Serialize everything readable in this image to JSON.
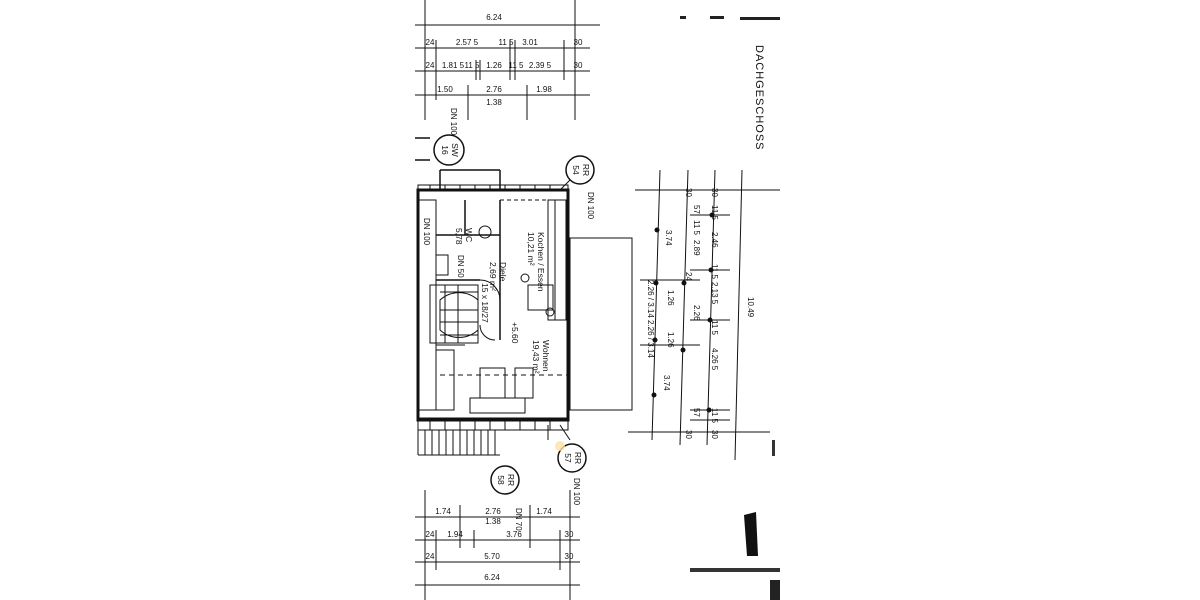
{
  "title": "DACHGESCHOSS",
  "rooms": [
    {
      "name": "Kochen / Essen",
      "area": "10,21 m²"
    },
    {
      "name": "Diele",
      "area": "2,69 m²"
    },
    {
      "name": "Wohnen",
      "area": "19,43 m²"
    },
    {
      "name": "WC",
      "area": "5,78"
    }
  ],
  "stair_label": "15 x 18/27",
  "level_mark": "+5.60",
  "pipe_labels": [
    "DN 100",
    "DN 100",
    "DN 100",
    "DN 100",
    "DN 50",
    "DN 70"
  ],
  "bubbles": [
    {
      "top": "SW",
      "bottom": "16"
    },
    {
      "top": "RR",
      "bottom": "54"
    },
    {
      "top": "RR",
      "bottom": "57"
    },
    {
      "top": "RR",
      "bottom": "58"
    }
  ],
  "dims_top": {
    "overall": "6.24",
    "row1": [
      "24",
      "2.57 5",
      "11 5",
      "3.01",
      "30"
    ],
    "row2": [
      "24",
      "1.81 5",
      "11 5",
      "1.26",
      "11 5",
      "2.39 5",
      "30"
    ],
    "row3": [
      "1.50",
      "2.76",
      "1.98"
    ],
    "row3_sub": "1.38"
  },
  "dims_bottom": {
    "row1": [
      "1.74",
      "2.76",
      "1.74"
    ],
    "row1_sub": "1.38",
    "row2": [
      "24",
      "1.94",
      "3.76",
      "30"
    ],
    "row3": [
      "24",
      "5.70",
      "30"
    ],
    "overall": "6.24"
  },
  "dims_right": {
    "overall": "10.49",
    "a": [
      "30",
      "30",
      "11 5",
      "57",
      "11 5",
      "2.46",
      "2.89",
      "11 5",
      "2.13 5",
      "2.26",
      "11 5",
      "4.26 5",
      "11 5",
      "57",
      "30",
      "30"
    ],
    "b": [
      "3.74",
      "24",
      "1.26",
      "1.26",
      "3.74"
    ],
    "c": [
      "2.26 / 3.14",
      "2.26 / 3.14"
    ]
  }
}
